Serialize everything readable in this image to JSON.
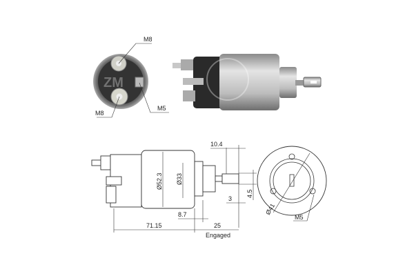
{
  "photos": {
    "end_view": {
      "labels": {
        "top_terminal": "M8",
        "bottom_terminal": "M8",
        "small_terminal": "M5"
      }
    },
    "side_view": {},
    "watermark": "ZM"
  },
  "drawing": {
    "dimensions": {
      "rod_length": "10.4",
      "body_diameter": "Ø52.3",
      "nose_diameter": "Ø33",
      "rod_width": "4.5",
      "rod_offset": "3",
      "nose_length": "8.7",
      "body_length": "71.15",
      "engaged_length": "25",
      "engaged_label": "Engaged",
      "flange_diameter": "Ø41",
      "flange_thread": "M5"
    }
  },
  "colors": {
    "body_metal": "#b9b9b9",
    "cap_black": "#2a2a2a",
    "line": "#333333"
  }
}
